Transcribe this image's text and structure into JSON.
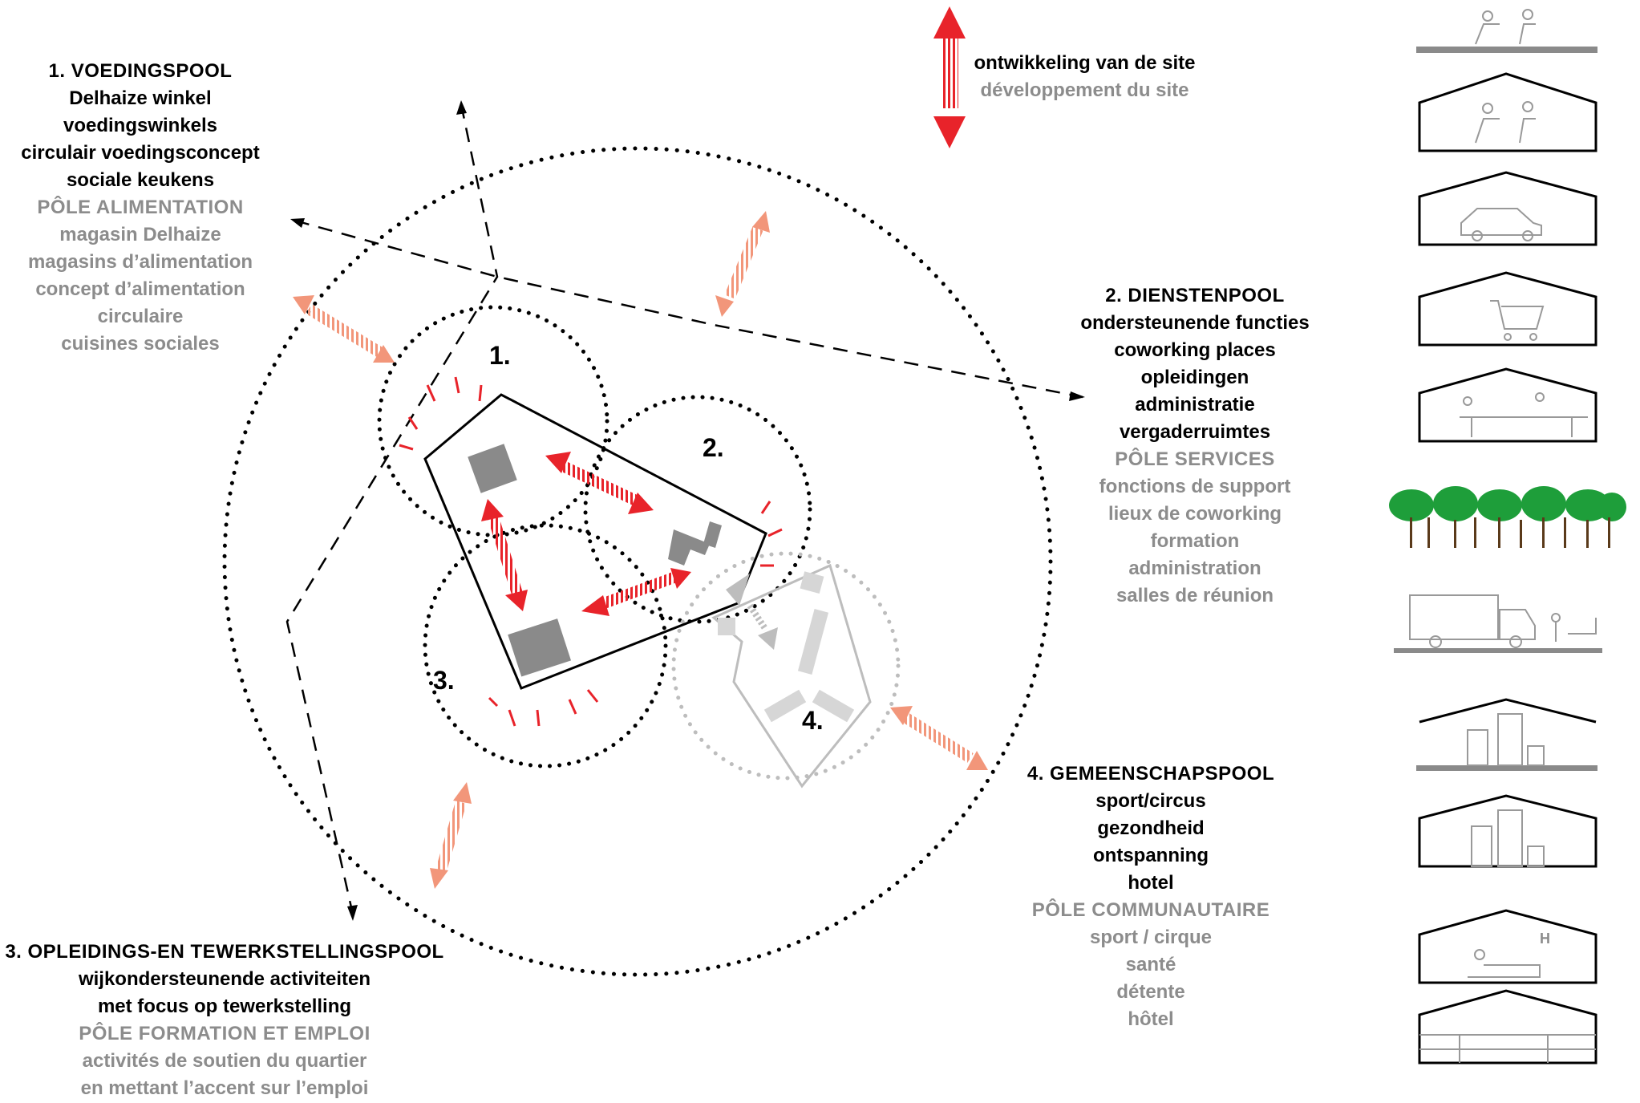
{
  "legend": {
    "arrow_label_nl": "ontwikkeling van de site",
    "arrow_label_fr": "développement du site",
    "arrow_color": "#e8232a",
    "secondary_arrow_color": "#f2967a"
  },
  "poles": [
    {
      "number": "1.",
      "title_nl": "1. VOEDINGSPOOL",
      "lines_nl": [
        "Delhaize winkel",
        "voedingswinkels",
        "circulair voedingsconcept",
        "sociale keukens"
      ],
      "title_fr": "PÔLE ALIMENTATION",
      "lines_fr": [
        "magasin Delhaize",
        "magasins d’alimentation",
        "concept d’alimentation",
        "circulaire",
        "cuisines sociales"
      ]
    },
    {
      "number": "2.",
      "title_nl": "2. DIENSTENPOOL",
      "lines_nl": [
        "ondersteunende functies",
        "coworking places",
        "opleidingen",
        "administratie",
        "vergaderruimtes"
      ],
      "title_fr": "PÔLE SERVICES",
      "lines_fr": [
        "fonctions de support",
        "lieux de coworking",
        "formation",
        "administration",
        "salles de réunion"
      ]
    },
    {
      "number": "3.",
      "title_nl": "3. OPLEIDINGS-EN TEWERKSTELLINGSPOOL",
      "lines_nl": [
        "wijkondersteunende activiteiten",
        "met focus op tewerkstelling"
      ],
      "title_fr": "PÔLE FORMATION ET EMPLOI",
      "lines_fr": [
        "activités de soutien du quartier",
        "en mettant l’accent sur l’emploi"
      ]
    },
    {
      "number": "4.",
      "title_nl": "4. GEMEENSCHAPSPOOL",
      "lines_nl": [
        "sport/circus",
        "gezondheid",
        "ontspanning",
        "hotel"
      ],
      "title_fr": "PÔLE COMMUNAUTAIRE",
      "lines_fr": [
        "sport / cirque",
        "santé",
        "détente",
        "hôtel"
      ]
    }
  ],
  "icons": [
    {
      "name": "people-meeting-icon"
    },
    {
      "name": "people-meeting-icon"
    },
    {
      "name": "car-icon"
    },
    {
      "name": "shopping-cart-icon"
    },
    {
      "name": "workshop-icon"
    },
    {
      "name": "trees-icon"
    },
    {
      "name": "truck-delivery-icon"
    },
    {
      "name": "sport-blocks-icon"
    },
    {
      "name": "sport-blocks-icon"
    },
    {
      "name": "hotel-icon",
      "letter": "H"
    },
    {
      "name": "mixed-use-icon"
    }
  ]
}
